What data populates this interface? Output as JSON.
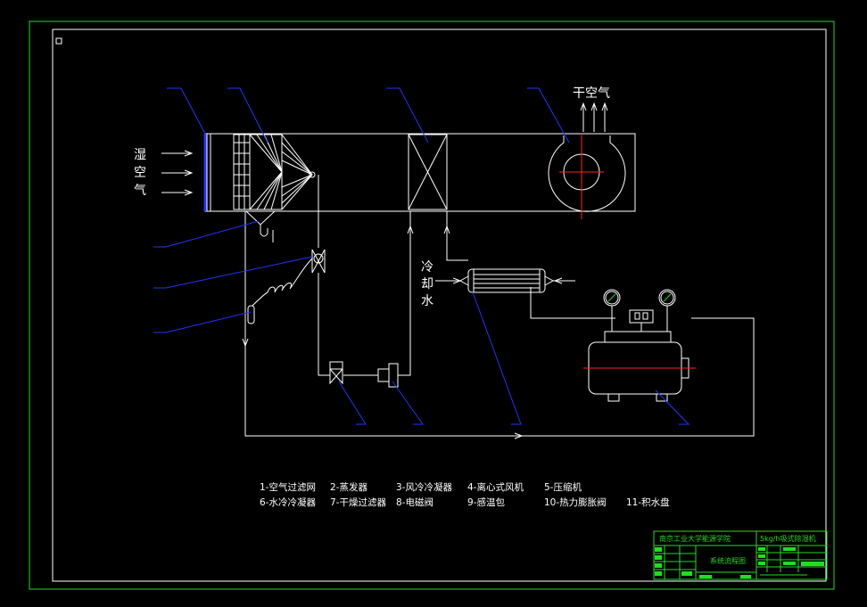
{
  "diagram": {
    "left_label": [
      "湿",
      "空",
      "气"
    ],
    "top_label": "干空气",
    "water_label": [
      "冷",
      "却",
      "水"
    ]
  },
  "legend": {
    "row1": [
      "1-空气过滤网",
      "2-蒸发器",
      "3-风冷冷凝器",
      "4-离心式风机",
      "5-压缩机"
    ],
    "row2": [
      "6-水冷冷凝器",
      "7-干燥过滤器",
      "8-电磁阀",
      "9-感温包",
      "10-热力膨胀阀",
      "11-积水盘"
    ]
  },
  "title_block": {
    "school": "南京工业大学能源学院",
    "product": "5kg/h吸式除湿机",
    "drawing": "系统流程图"
  },
  "colors": {
    "background": "#000000",
    "frame": "#22dd22",
    "lines": "#ffffff",
    "leaders": "#2233ff",
    "axis": "#ff2222"
  }
}
